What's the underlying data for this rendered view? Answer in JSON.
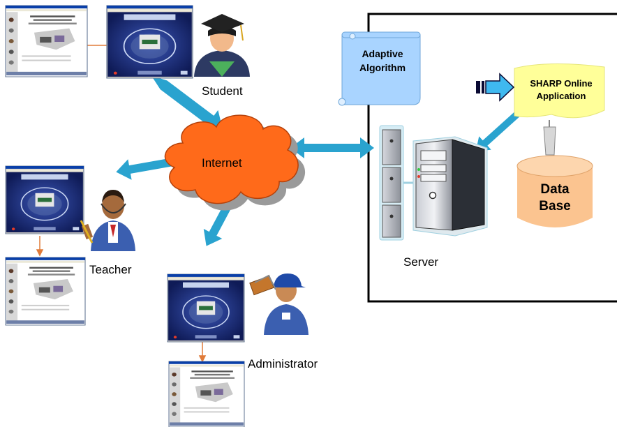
{
  "labels": {
    "student": "Student",
    "teacher": "Teacher",
    "administrator": "Administrator",
    "server": "Server",
    "internet": "Internet",
    "adaptive_line1": "Adaptive",
    "adaptive_line2": "Algorithm",
    "sharp_line1": "SHARP Online",
    "sharp_line2": "Application",
    "db_line1": "Data",
    "db_line2": "Base"
  },
  "colors": {
    "arrow": "#2aa3cf",
    "cloud": "#ff6a1a",
    "cloud_shadow": "#9a9a9a",
    "scroll": "#a9d4ff",
    "banner": "#ffff99",
    "database": "#fbc490",
    "screen_bg": "#1c2d78",
    "thin_arrow": "#e07b39"
  },
  "icons": [
    "graduate-icon",
    "teacher-icon",
    "administrator-icon",
    "server-rack-icon",
    "server-tower-icon",
    "database-icon",
    "cloud-icon",
    "scroll-icon",
    "banner-icon",
    "block-arrow-icon"
  ]
}
